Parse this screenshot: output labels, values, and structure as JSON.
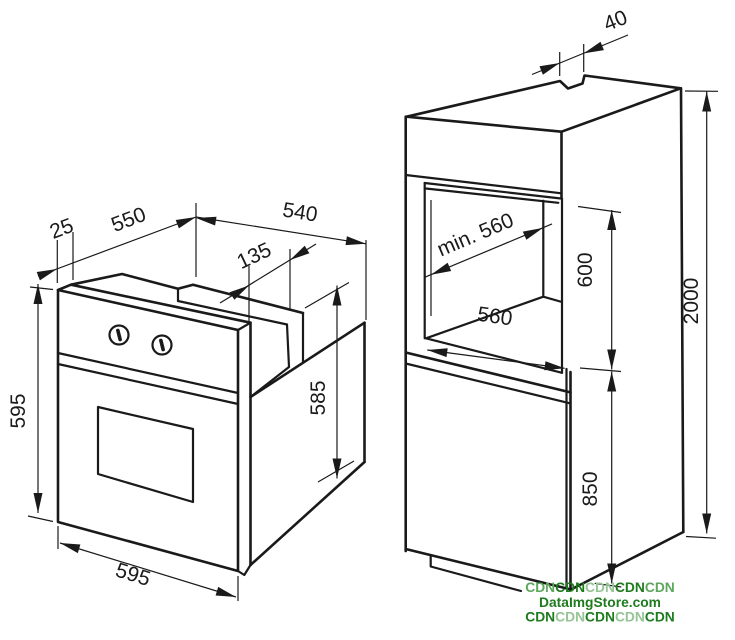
{
  "oven": {
    "dim_door_offset": "25",
    "dim_depth": "550",
    "dim_body_depth": "540",
    "dim_top_recess": "135",
    "dim_height": "595",
    "dim_body_height": "585",
    "dim_width": "595"
  },
  "cabinet": {
    "dim_notch_width": "40",
    "dim_niche_depth": "min. 560",
    "dim_niche_height": "600",
    "dim_niche_width": "560",
    "dim_total_height": "2000",
    "dim_base_height": "850"
  },
  "watermark": {
    "cdn": "CDN",
    "brand": "DataImgStore.com",
    "colors": {
      "dark": "#1e7b1e",
      "light": "#96c496",
      "mid": "#5da75d"
    }
  }
}
